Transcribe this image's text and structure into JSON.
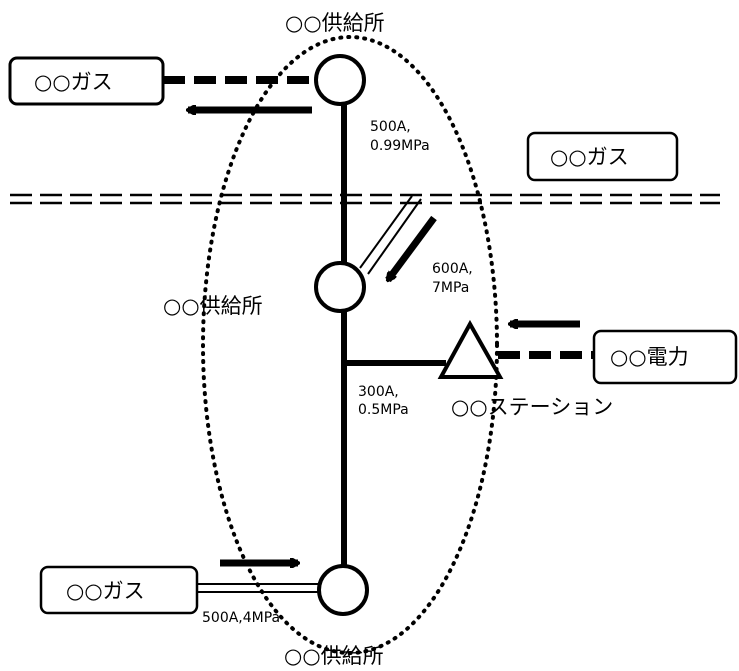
{
  "supply_top": "○○供給所",
  "supply_mid": "○○供給所",
  "supply_bottom": "○○供給所",
  "gas_top_left": "○○ガス",
  "gas_right": "○○ガス",
  "gas_bottom_left": "○○ガス",
  "power": "○○電力",
  "station": "○○ステーション",
  "pipe_top": {
    "line1": "500A,",
    "line2": "0.99MPa"
  },
  "pipe_mid": {
    "line1": "600A,",
    "line2": "7MPa"
  },
  "pipe_branch": {
    "line1": "300A,",
    "line2": "0.5MPa"
  },
  "pipe_bottom": "500A,4MPa"
}
